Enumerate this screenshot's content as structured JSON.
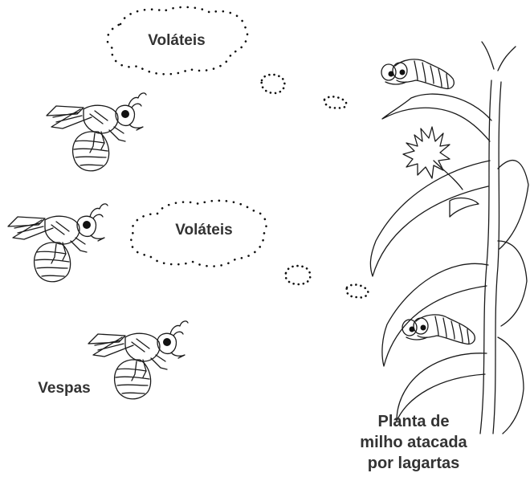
{
  "labels": {
    "volatiles_top": "Voláteis",
    "volatiles_middle": "Voláteis",
    "wasps": "Vespas",
    "plant_line1": "Planta de",
    "plant_line2": "milho atacada",
    "plant_line3": "por lagartas"
  },
  "icons": [
    "wasp-icon",
    "caterpillar-icon",
    "corn-plant-icon",
    "volatile-cloud-icon"
  ],
  "colors": {
    "ink": "#1a1a1a",
    "text": "#333333",
    "background": "#ffffff"
  }
}
